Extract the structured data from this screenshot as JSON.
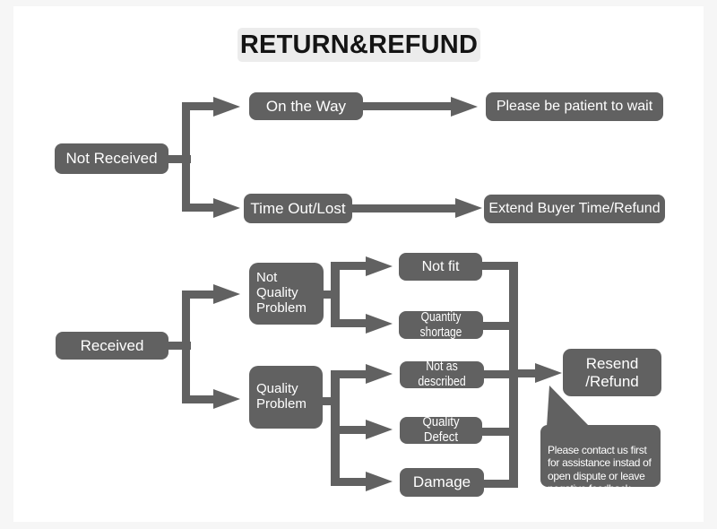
{
  "title": "RETURN&REFUND",
  "colors": {
    "node_bg": "#616161",
    "node_text": "#ffffff",
    "title_bg": "#ececec",
    "title_text": "#141414",
    "canvas_bg": "#ffffff",
    "frame_bg": "#f6f6f6",
    "connector": "#616161"
  },
  "flow": {
    "not_received": {
      "label": "Not Received"
    },
    "on_the_way": {
      "label": "On the Way"
    },
    "please_wait": {
      "label": "Please be patient to wait"
    },
    "time_out_lost": {
      "label": "Time Out/Lost"
    },
    "extend_refund": {
      "label": "Extend Buyer Time/Refund"
    },
    "received": {
      "label": "Received"
    },
    "not_quality_problem": {
      "label": "Not\nQuality\nProblem"
    },
    "quality_problem": {
      "label": "Quality\nProblem"
    },
    "not_fit": {
      "label": "Not fit"
    },
    "quantity_shortage": {
      "label": "Quantity shortage"
    },
    "not_as_described": {
      "label": "Not as described"
    },
    "quality_defect": {
      "label": "Quality Defect"
    },
    "damage": {
      "label": "Damage"
    },
    "resend_refund": {
      "label": "Resend\n/Refund"
    }
  },
  "note": {
    "text": "Please contact us first\nfor assistance instad of\nopen dispute or leave\nnegative feedback."
  }
}
